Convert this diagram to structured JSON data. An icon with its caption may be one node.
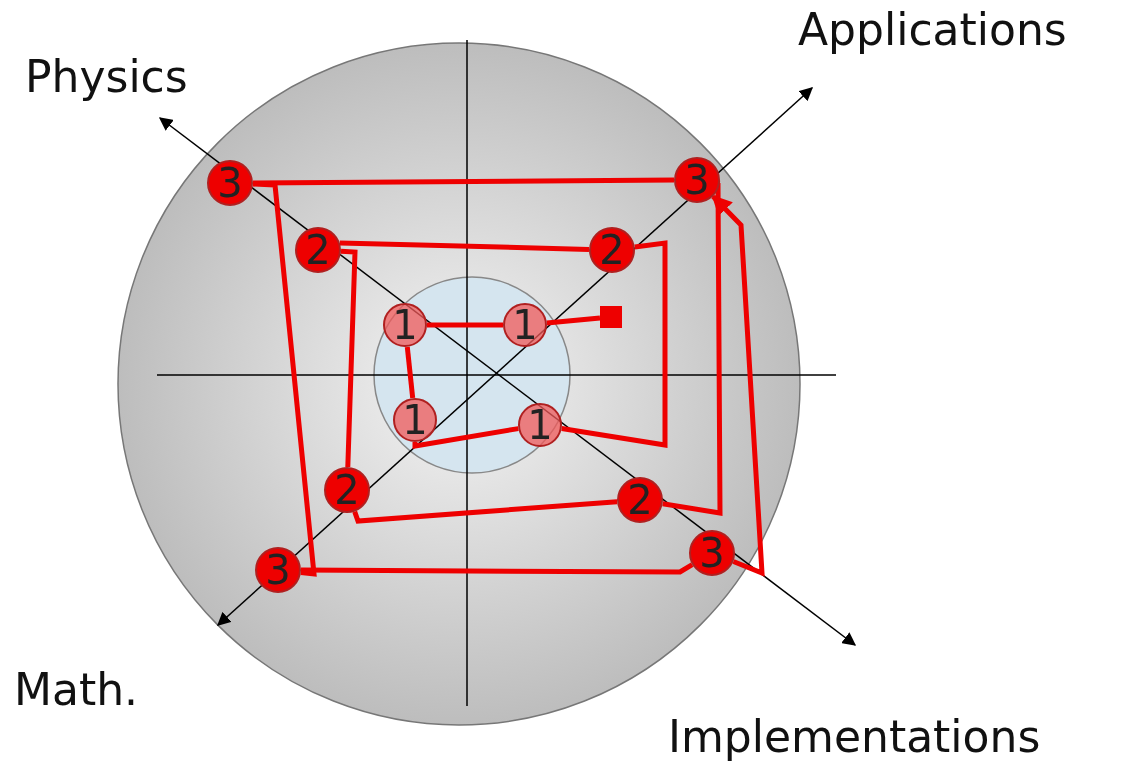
{
  "diagram": {
    "nodes": [
      {
        "text": [],
        "shape": "box"
      },
      {
        "text": [
          "1"
        ]
      },
      {
        "text": [
          "1"
        ]
      },
      {
        "text": [
          "1"
        ]
      },
      {
        "text": [
          "1"
        ]
      },
      {
        "text": [
          "2"
        ]
      },
      {
        "text": [
          "2"
        ]
      },
      {
        "text": [
          "2"
        ]
      },
      {
        "text": [
          "2"
        ]
      },
      {
        "text": [
          "3"
        ]
      },
      {
        "text": [
          "3"
        ]
      },
      {
        "text": [
          "3"
        ]
      },
      {
        "text": [
          "3"
        ]
      }
    ],
    "edges": [
      {
        "from": 0,
        "to": 1,
        "arrow": "none"
      },
      {
        "from": 1,
        "to": 2,
        "arrow": "none"
      },
      {
        "from": 2,
        "to": 3,
        "arrow": "none"
      },
      {
        "from": 3,
        "to": 4,
        "arrow": "none"
      },
      {
        "from": 4,
        "to": 5,
        "arrow": "none"
      },
      {
        "from": 5,
        "to": 6,
        "arrow": "none"
      },
      {
        "from": 6,
        "to": 7,
        "arrow": "none"
      },
      {
        "from": 7,
        "to": 8,
        "arrow": "none"
      },
      {
        "from": 8,
        "to": 9,
        "arrow": "none"
      },
      {
        "from": 9,
        "to": 10,
        "arrow": "none"
      },
      {
        "from": 10,
        "to": 11,
        "arrow": "none"
      },
      {
        "from": 11,
        "to": 12,
        "arrow": "none"
      },
      {
        "from": 12,
        "to": 9,
        "arrow": "to"
      }
    ],
    "labels": [
      "Applications",
      "Physics",
      "Math.",
      "Implementations"
    ]
  }
}
